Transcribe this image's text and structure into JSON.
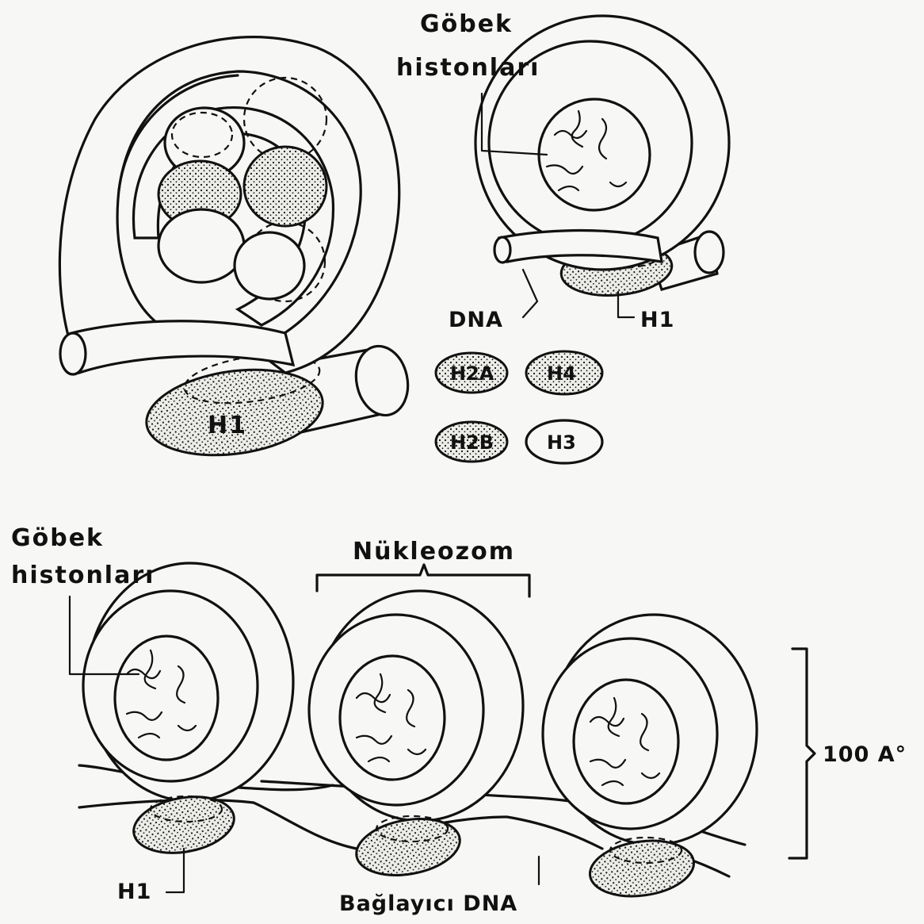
{
  "labels": {
    "core_histones_top": [
      "Göbek",
      "histonları"
    ],
    "core_histones_bottom": [
      "Göbek",
      "histonları"
    ],
    "dna": "DNA",
    "h1_top_small": "H1",
    "h1_large": "H1",
    "h1_bottom": "H1",
    "nucleosome": "Nükleozom",
    "linker_dna": "Bağlayıcı DNA",
    "size": "100 A°"
  },
  "legend": [
    {
      "label": "H2A",
      "fill": "dotted"
    },
    {
      "label": "H4",
      "fill": "dotted"
    },
    {
      "label": "H2B",
      "fill": "dotted"
    },
    {
      "label": "H3",
      "fill": "plain"
    }
  ],
  "colors": {
    "ink": "#111111",
    "paper": "#f7f7f5"
  }
}
